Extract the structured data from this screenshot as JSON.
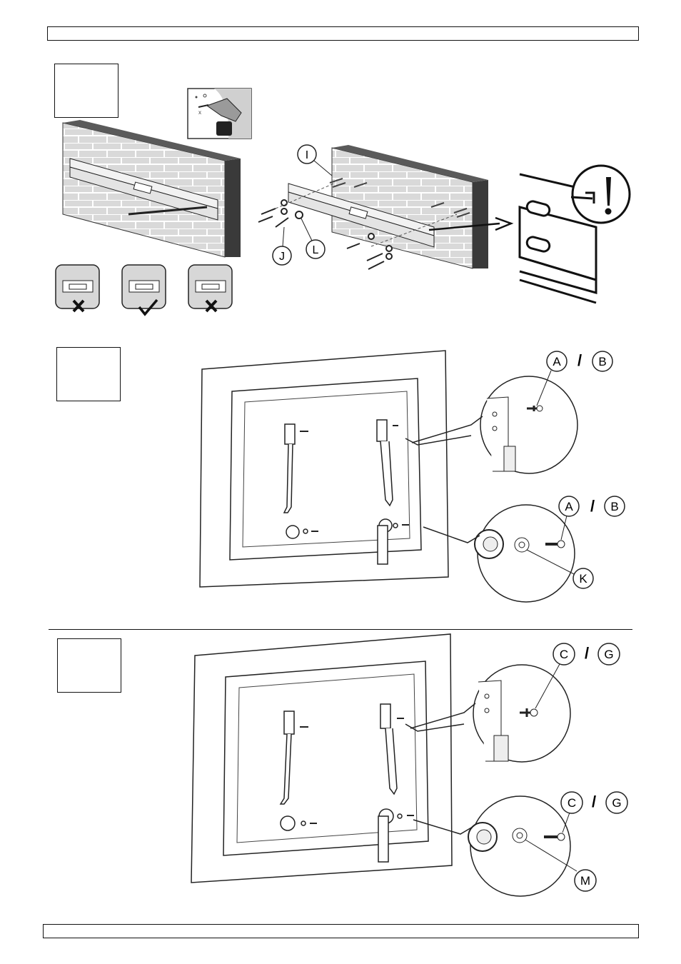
{
  "header": {
    "text": ""
  },
  "footer": {
    "text": ""
  },
  "steps": [
    {
      "label": ""
    },
    {
      "label": ""
    },
    {
      "label": ""
    }
  ],
  "callouts": {
    "I": "I",
    "J": "J",
    "L": "L",
    "A": "A",
    "B": "B",
    "K": "K",
    "C": "C",
    "G": "G",
    "M": "M",
    "slash": "/"
  },
  "level_check": {
    "marks": [
      "wrong",
      "correct",
      "wrong"
    ]
  }
}
